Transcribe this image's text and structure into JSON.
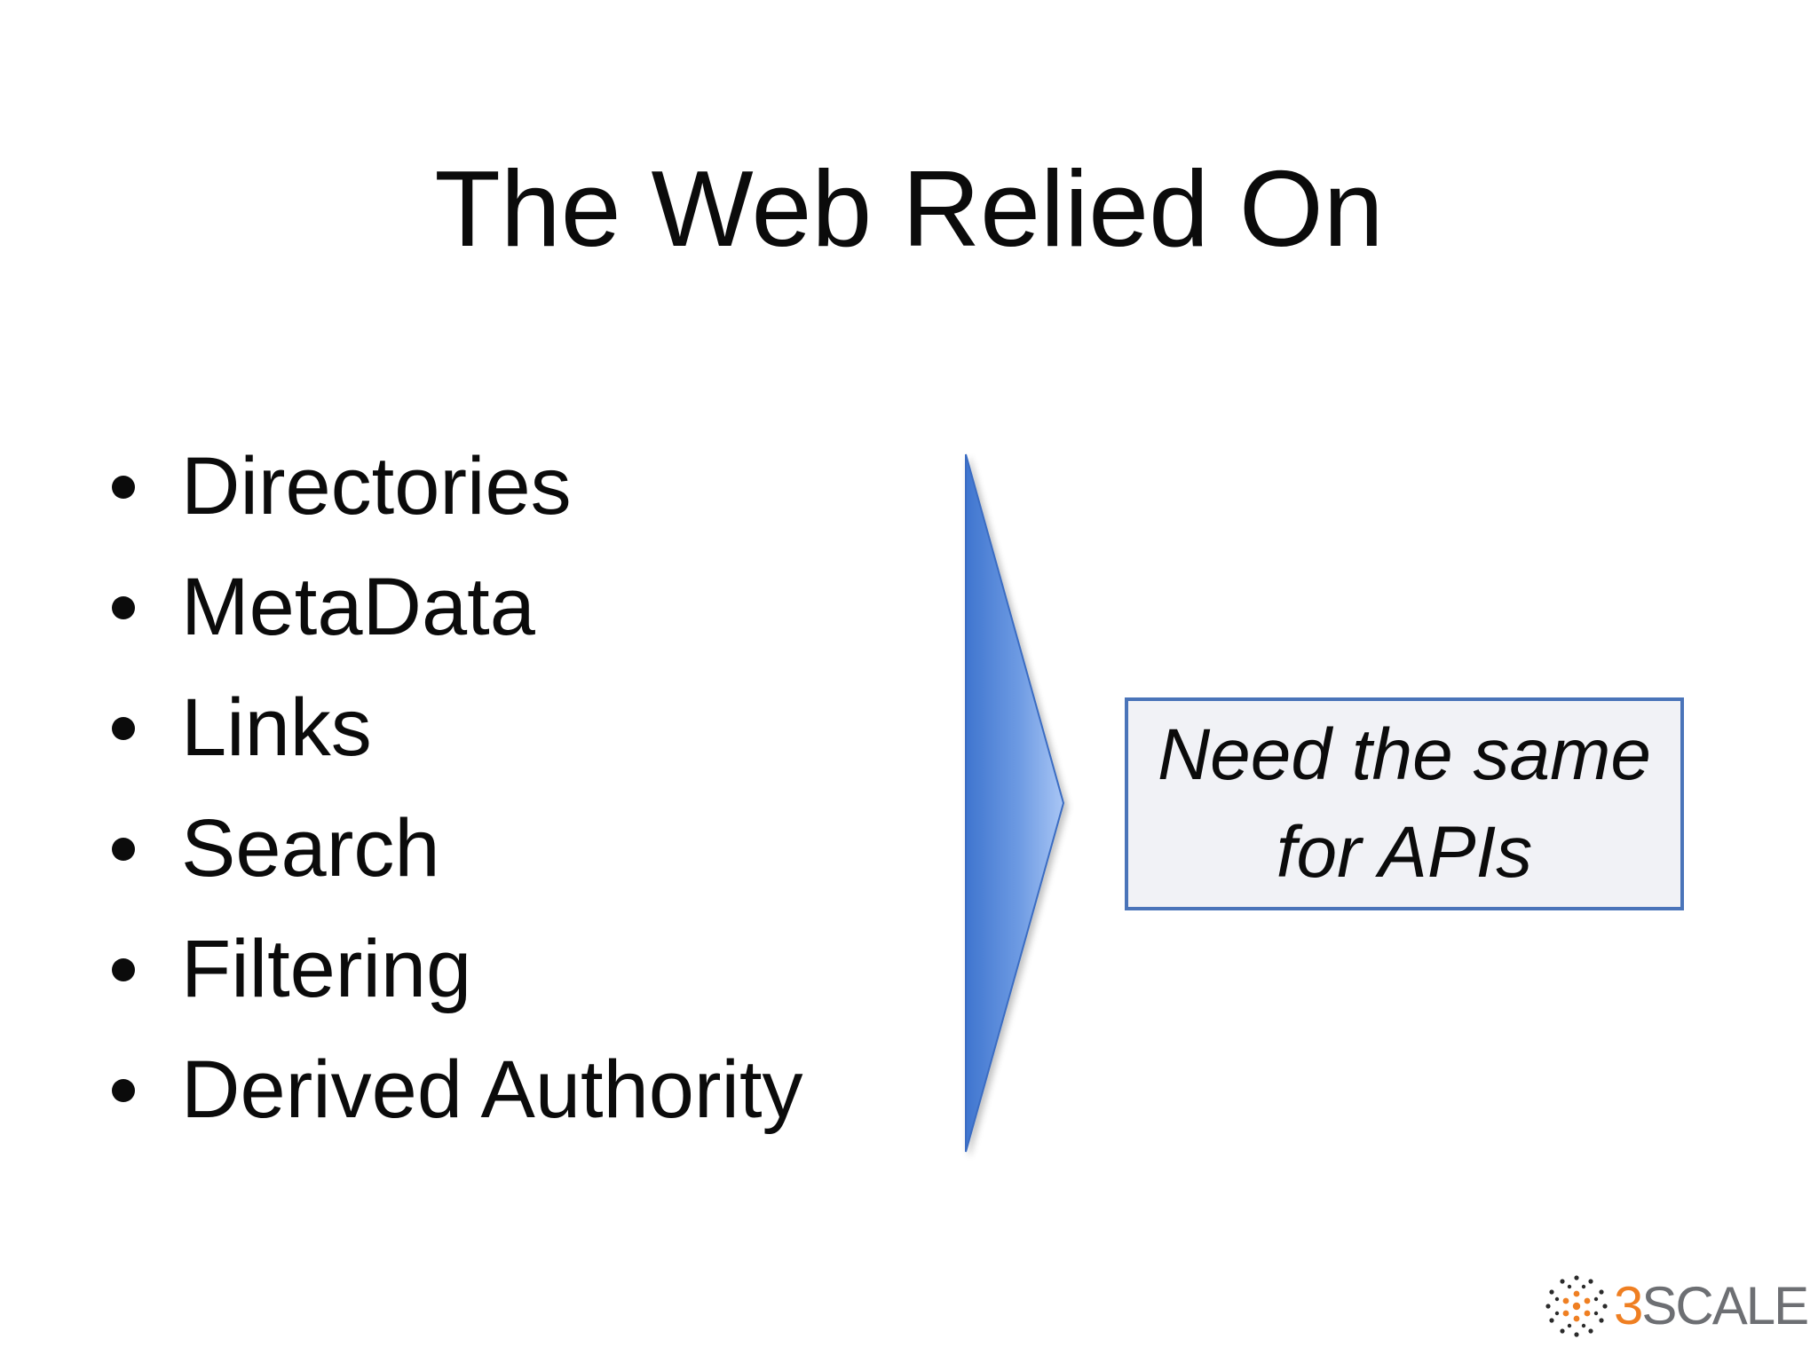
{
  "slide": {
    "title": "The Web Relied On",
    "bullets": [
      {
        "label": "Directories"
      },
      {
        "label": "MetaData"
      },
      {
        "label": "Links"
      },
      {
        "label": "Search"
      },
      {
        "label": "Filtering"
      },
      {
        "label": "Derived Authority"
      }
    ],
    "arrow": {
      "icon": "chevron-arrow-icon",
      "color": "#4a7fd4"
    },
    "callout": {
      "line1": "Need the same",
      "line2": "for APIs",
      "border_color": "#4a74b9",
      "background_color": "#f1f2f6"
    },
    "logo": {
      "digit": "3",
      "word": "SCALE",
      "accent_color": "#ef7f22",
      "text_color": "#6d6f73"
    }
  }
}
